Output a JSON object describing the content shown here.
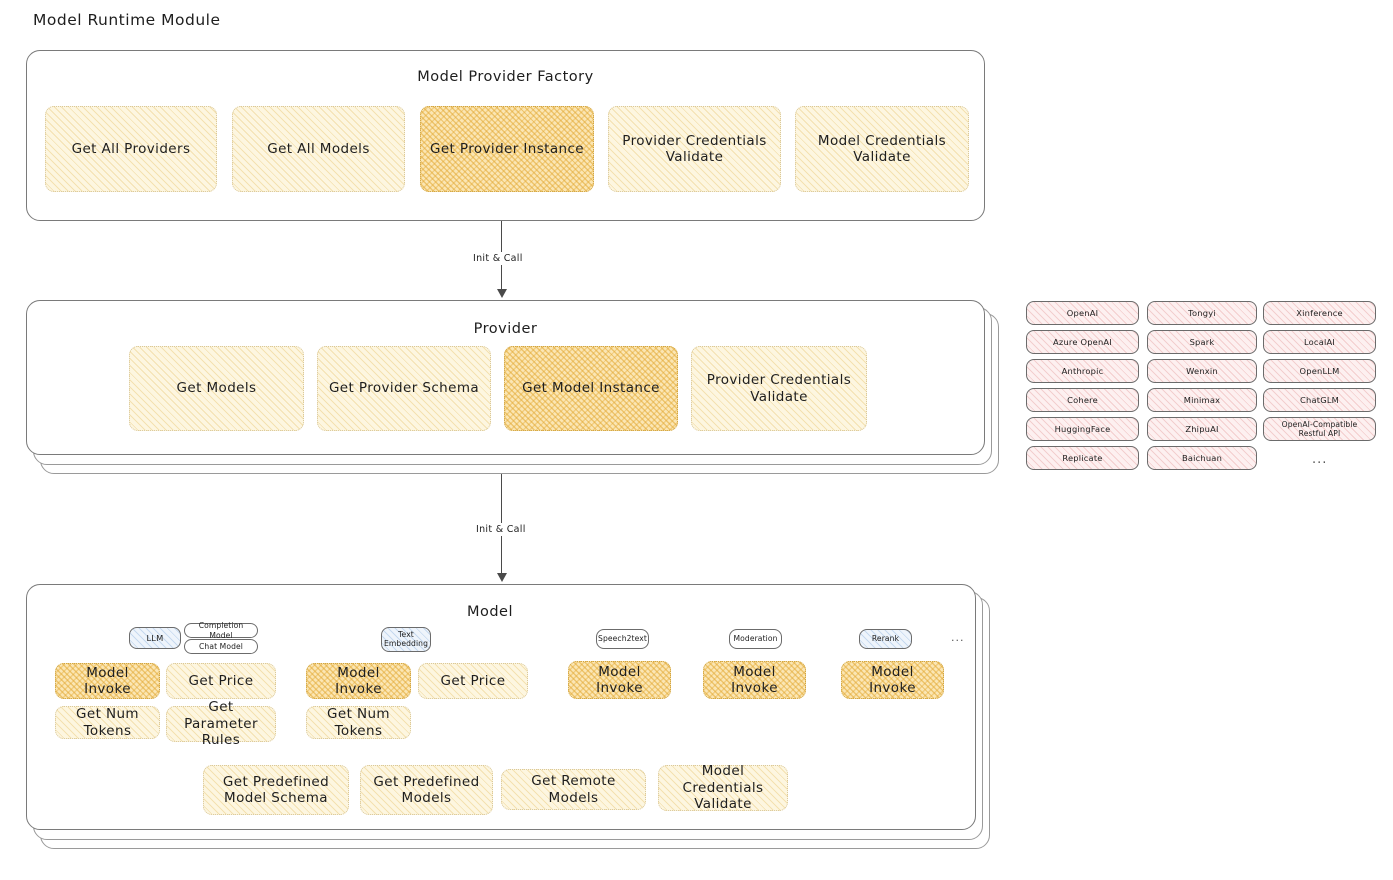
{
  "page": {
    "title": "Model Runtime Module"
  },
  "colors": {
    "node_yellow_bg": "#fdf6e0",
    "node_amber_bg": "#fbe6b4",
    "node_pink_bg": "#fdf0f0",
    "node_blue_bg": "#eef4fb",
    "card_border": "#7a7a7a",
    "text": "#1e1e1e",
    "connector": "#4a4a4a"
  },
  "factory": {
    "title": "Model Provider Factory",
    "nodes": [
      {
        "label": "Get All Providers",
        "highlight": false
      },
      {
        "label": "Get All Models",
        "highlight": false
      },
      {
        "label": "Get Provider Instance",
        "highlight": true
      },
      {
        "label": "Provider Credentials Validate",
        "highlight": false
      },
      {
        "label": "Model Credentials Validate",
        "highlight": false
      }
    ]
  },
  "connectors": [
    {
      "label": "Init & Call"
    },
    {
      "label": "Init & Call"
    }
  ],
  "provider": {
    "title": "Provider",
    "nodes": [
      {
        "label": "Get Models",
        "highlight": false
      },
      {
        "label": "Get Provider Schema",
        "highlight": false
      },
      {
        "label": "Get Model Instance",
        "highlight": true
      },
      {
        "label": "Provider Credentials Validate",
        "highlight": false
      }
    ]
  },
  "provider_list": {
    "columns": [
      [
        "OpenAI",
        "Azure OpenAI",
        "Anthropic",
        "Cohere",
        "HuggingFace",
        "Replicate"
      ],
      [
        "Tongyi",
        "Spark",
        "Wenxin",
        "Minimax",
        "ZhipuAI",
        "Baichuan"
      ],
      [
        "Xinference",
        "LocalAI",
        "OpenLLM",
        "ChatGLM",
        "OpenAI-Compatible Restful API"
      ]
    ],
    "more": "..."
  },
  "model": {
    "title": "Model",
    "more": "...",
    "types": [
      {
        "name": "LLM",
        "subtypes": [
          "Completion Model",
          "Chat Model"
        ],
        "ops": [
          "Model Invoke",
          "Get Price",
          "Get Num Tokens",
          "Get Parameter Rules"
        ],
        "highlight_op": "Model Invoke"
      },
      {
        "name": "Text Embedding",
        "subtypes": [],
        "ops": [
          "Model Invoke",
          "Get Price",
          "Get Num Tokens"
        ],
        "highlight_op": "Model Invoke"
      },
      {
        "name": "Speech2text",
        "subtypes": [],
        "ops": [
          "Model Invoke"
        ],
        "highlight_op": "Model Invoke"
      },
      {
        "name": "Moderation",
        "subtypes": [],
        "ops": [
          "Model Invoke"
        ],
        "highlight_op": "Model Invoke"
      },
      {
        "name": "Rerank",
        "subtypes": [],
        "ops": [
          "Model Invoke"
        ],
        "highlight_op": "Model Invoke"
      }
    ],
    "common_ops": [
      "Get Predefined Model Schema",
      "Get Predefined Models",
      "Get Remote Models",
      "Model Credentials Validate"
    ]
  }
}
